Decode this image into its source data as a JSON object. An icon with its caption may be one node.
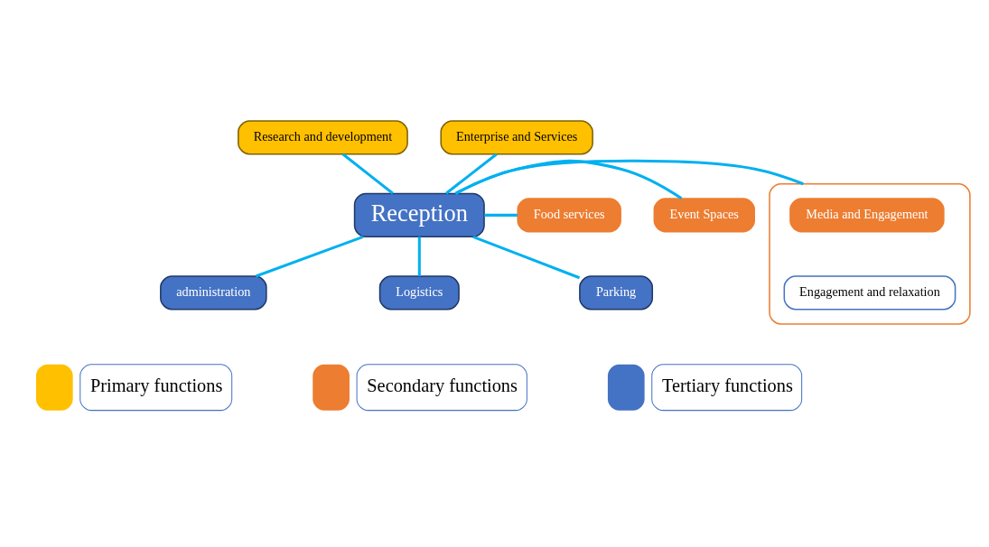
{
  "diagram": {
    "nodes": [
      {
        "text": [
          "Research and development"
        ]
      },
      {
        "text": [
          "Enterprise and Services"
        ]
      },
      {
        "text": [],
        "shape": "box"
      },
      {
        "text": [
          "Media and Engagement"
        ],
        "in": 2
      },
      {
        "text": [
          "Engagement and relaxation"
        ],
        "in": 2
      },
      {
        "text": [
          "Reception"
        ]
      },
      {
        "text": [
          "Event Spaces"
        ]
      },
      {
        "text": [
          "Food services"
        ]
      },
      {
        "text": [
          "administration"
        ]
      },
      {
        "text": [
          "Logistics"
        ]
      },
      {
        "text": [
          "Parking"
        ]
      }
    ],
    "edges": [
      {
        "from": 0,
        "to": 5,
        "arrow": "none"
      },
      {
        "from": 1,
        "to": 5,
        "arrow": "none"
      },
      {
        "from": 2,
        "to": 5,
        "arrow": "none"
      },
      {
        "from": 5,
        "to": 6,
        "arrow": "none"
      },
      {
        "from": 5,
        "to": 7,
        "arrow": "none"
      },
      {
        "from": 5,
        "to": 8,
        "arrow": "none"
      },
      {
        "from": 5,
        "to": 9,
        "arrow": "none"
      },
      {
        "from": 5,
        "to": 10,
        "arrow": "none"
      }
    ],
    "legend": [
      {
        "text": "Primary functions",
        "color": "#ffc000"
      },
      {
        "text": "Secondary functions",
        "color": "#ed7d31"
      },
      {
        "text": "Tertiary functions",
        "color": "#4472c4"
      }
    ]
  }
}
